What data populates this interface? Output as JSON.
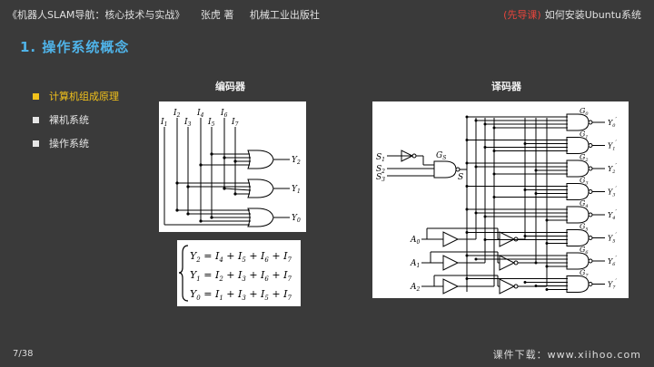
{
  "header": {
    "book_title": "《机器人SLAM导航：核心技术与实战》",
    "author": "张虎 著",
    "publisher": "机械工业出版社",
    "tag": "(先导课)",
    "lesson": "如何安装Ubuntu系统"
  },
  "section_title": "1. 操作系统概念",
  "bullets": [
    {
      "label": "计算机组成原理",
      "active": true
    },
    {
      "label": "裸机系统",
      "active": false
    },
    {
      "label": "操作系统",
      "active": false
    }
  ],
  "encoder": {
    "title": "编码器",
    "inputs": [
      "I",
      "I",
      "I",
      "I",
      "I",
      "I",
      "I"
    ],
    "input_subs": [
      "1",
      "2",
      "3",
      "4",
      "5",
      "6",
      "7"
    ],
    "outputs": [
      "Y",
      "Y",
      "Y"
    ],
    "output_subs": [
      "2",
      "1",
      "0"
    ],
    "equations": [
      {
        "lhs": "Y",
        "lhs_sub": "2",
        "terms": [
          "I",
          "I",
          "I",
          "I"
        ],
        "term_subs": [
          "4",
          "5",
          "6",
          "7"
        ]
      },
      {
        "lhs": "Y",
        "lhs_sub": "1",
        "terms": [
          "I",
          "I",
          "I",
          "I"
        ],
        "term_subs": [
          "2",
          "3",
          "6",
          "7"
        ]
      },
      {
        "lhs": "Y",
        "lhs_sub": "0",
        "terms": [
          "I",
          "I",
          "I",
          "I"
        ],
        "term_subs": [
          "1",
          "3",
          "5",
          "7"
        ]
      }
    ]
  },
  "decoder": {
    "title": "译码器",
    "enable_inputs": [
      "S",
      "S",
      "S"
    ],
    "enable_subs": [
      "1",
      "2",
      "3"
    ],
    "enable_gate": "G",
    "enable_gate_sub": "S",
    "enable_signal": "S",
    "address_inputs": [
      "A",
      "A",
      "A"
    ],
    "address_subs": [
      "0",
      "1",
      "2"
    ],
    "gates": [
      "G",
      "G",
      "G",
      "G",
      "G",
      "G",
      "G",
      "G"
    ],
    "gate_subs": [
      "0",
      "1",
      "2",
      "3",
      "4",
      "5",
      "6",
      "7"
    ],
    "outputs": [
      "Y",
      "Y",
      "Y",
      "Y",
      "Y",
      "Y",
      "Y",
      "Y"
    ],
    "output_subs": [
      "0",
      "1",
      "2",
      "3",
      "4",
      "5",
      "6",
      "7"
    ]
  },
  "footer": {
    "page": "7/38",
    "download": "课件下载：www.xiihoo.com"
  }
}
